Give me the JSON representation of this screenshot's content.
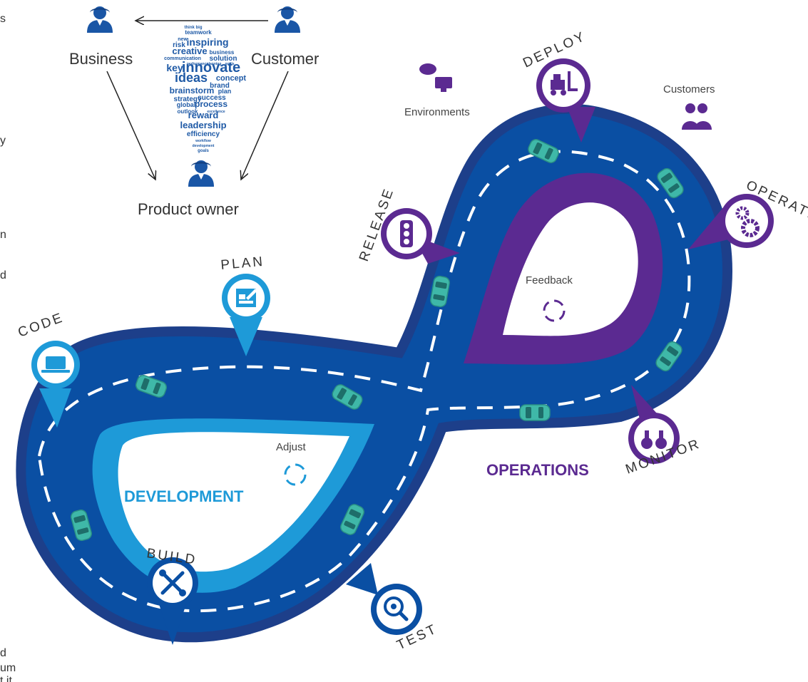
{
  "people": {
    "business": "Business",
    "customer": "Customer",
    "product_owner": "Product owner"
  },
  "word_cloud": [
    "think big",
    "teamwork",
    "new",
    "risk",
    "inspiring",
    "creative",
    "business",
    "communication",
    "solution",
    "performance",
    "planning",
    "goals",
    "key",
    "innovate",
    "ideas",
    "concept",
    "brand",
    "brainstorm",
    "plan",
    "strategy",
    "success",
    "global",
    "process",
    "excellence",
    "outlook",
    "reward",
    "leadership",
    "efficiency",
    "workflow",
    "development",
    "goals"
  ],
  "labels": {
    "environments": "Environments",
    "customers": "Customers",
    "feedback": "Feedback",
    "adjust": "Adjust",
    "development": "DEVELOPMENT",
    "operations": "OPERATIONS"
  },
  "stages": {
    "code": "CODE",
    "plan": "PLAN",
    "build": "BUILD",
    "test": "TEST",
    "release": "RELEASE",
    "deploy": "DEPLOY",
    "operate": "OPERATE",
    "monitor": "MONITOR"
  },
  "left_edge_fragments": [
    "s",
    "y",
    "n",
    "d",
    "d",
    "um",
    "t it"
  ],
  "icons": [
    "person-icon",
    "laptop-icon",
    "plan-board-icon",
    "tools-icon",
    "magnifier-gear-icon",
    "traffic-light-icon",
    "forklift-icon",
    "gears-icon",
    "binoculars-icon",
    "cloud-monitor-icon",
    "customers-icon",
    "cycle-arrows-icon",
    "car-icon"
  ],
  "colors": {
    "road": "#0a4fa3",
    "road_edge": "#1d3f8a",
    "inner_dev": "#1e9ad8",
    "inner_ops": "#5b2a91",
    "car": "#3fb8a8",
    "person": "#1a56a6"
  }
}
